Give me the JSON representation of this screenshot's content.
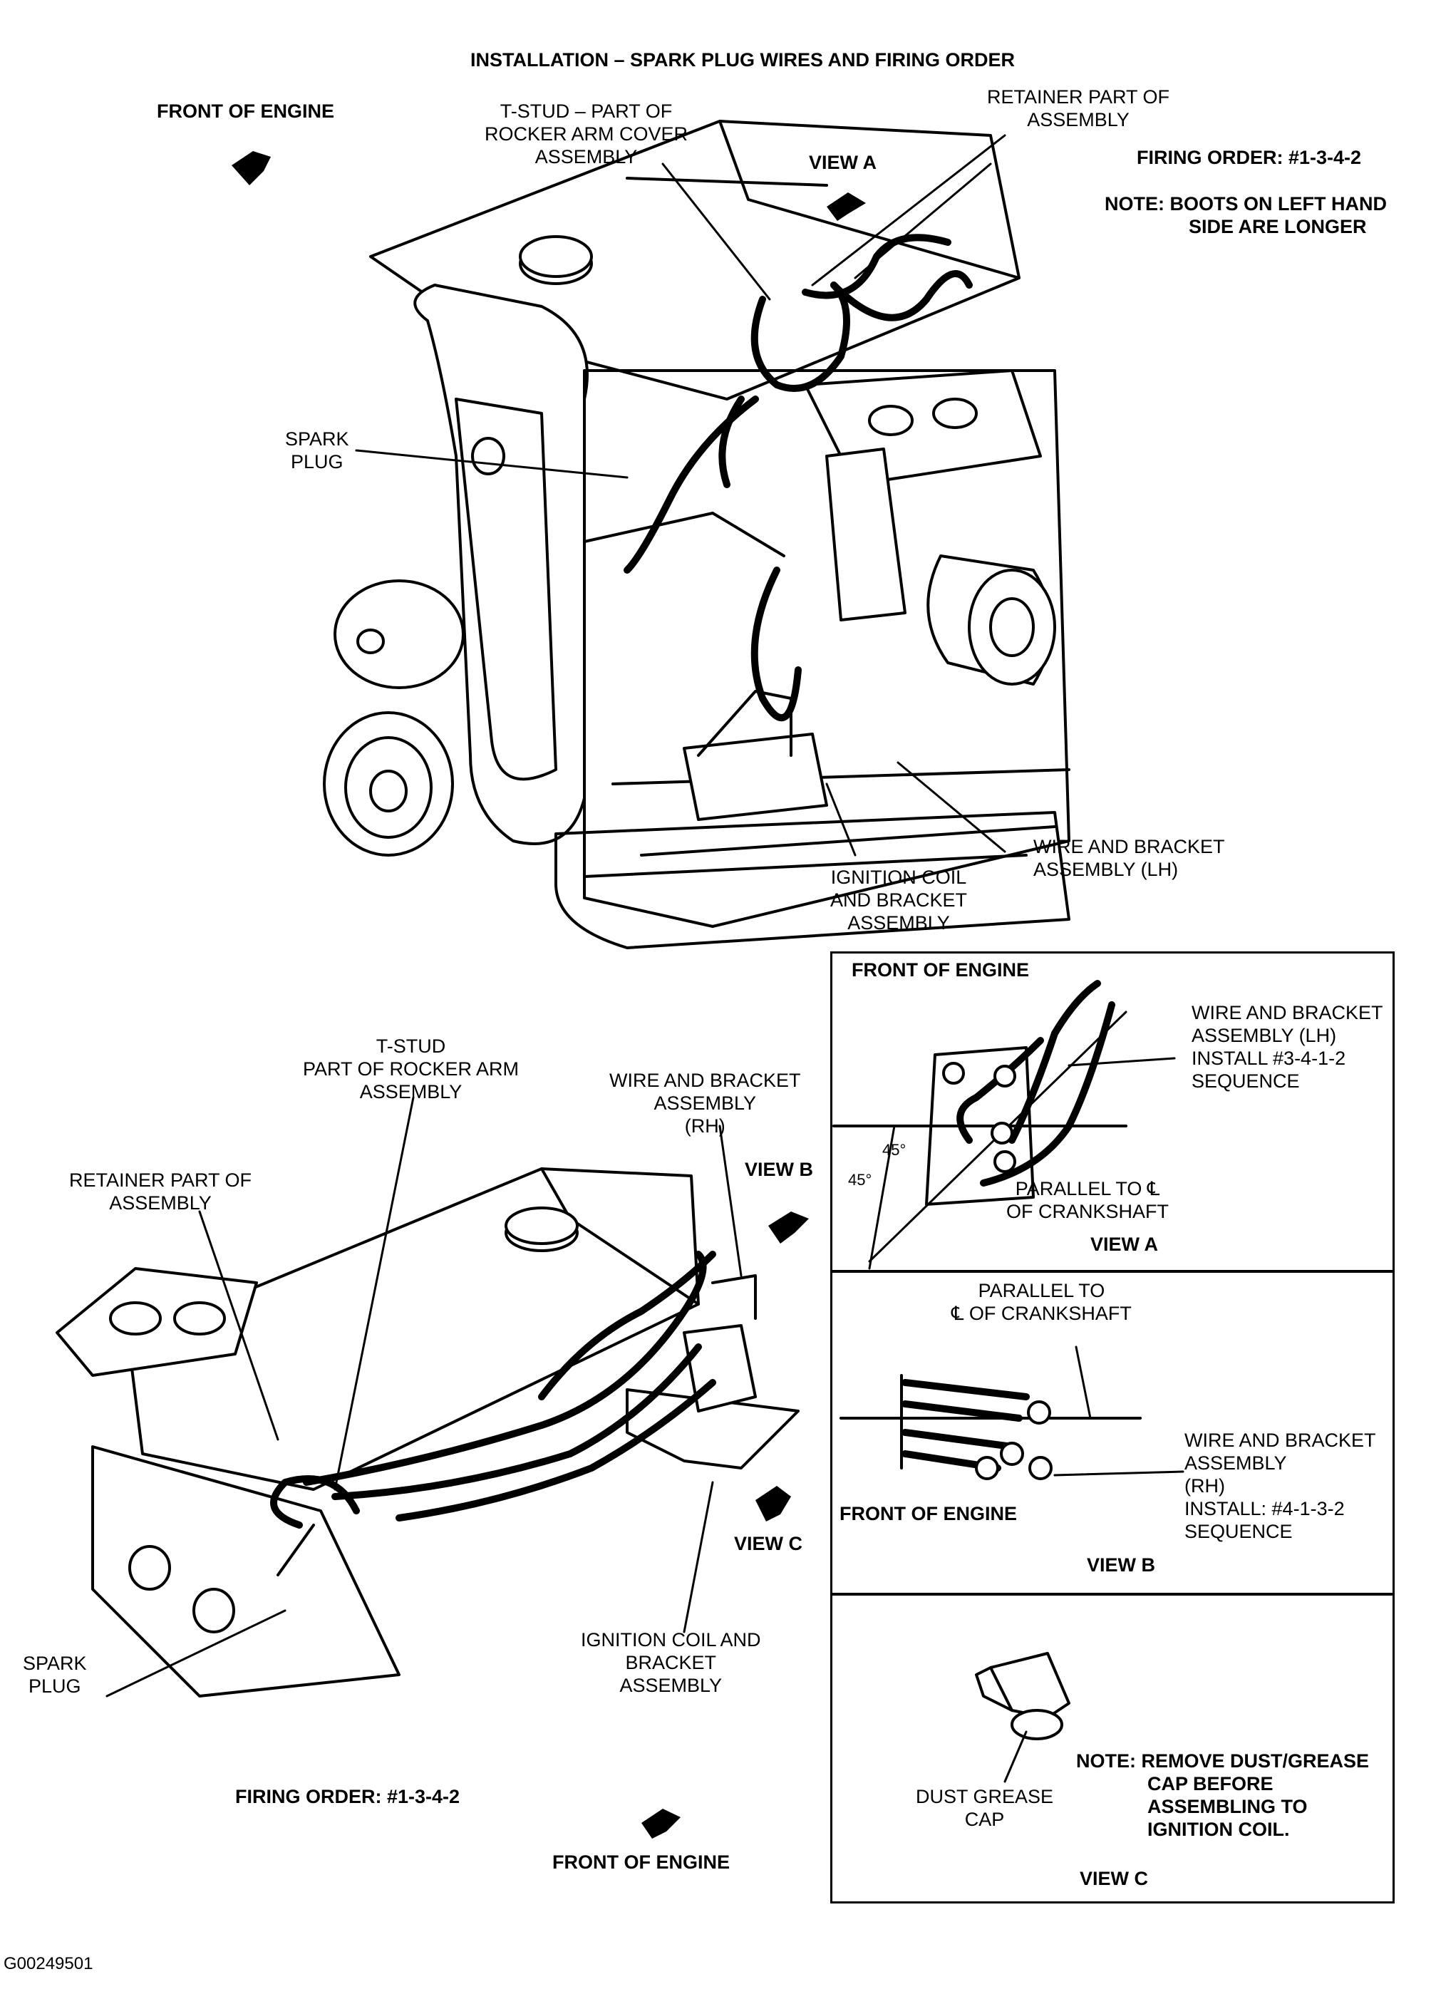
{
  "title": "INSTALLATION – SPARK PLUG WIRES AND FIRING ORDER",
  "top_view": {
    "front_of_engine": "FRONT OF ENGINE",
    "t_stud_1": "T-STUD – PART OF",
    "t_stud_2": "ROCKER ARM COVER",
    "t_stud_3": "ASSEMBLY",
    "retainer_1": "RETAINER PART OF",
    "retainer_2": "ASSEMBLY",
    "view_a": "VIEW A",
    "firing_order": "FIRING ORDER: #1-3-4-2",
    "note_1": "NOTE:  BOOTS ON LEFT HAND",
    "note_2": "SIDE ARE LONGER",
    "spark_plug_1": "SPARK",
    "spark_plug_2": "PLUG",
    "coil_1": "IGNITION COIL",
    "coil_2": "AND BRACKET",
    "coil_3": "ASSEMBLY",
    "wire_lh_1": "WIRE AND BRACKET",
    "wire_lh_2": "ASSEMBLY (LH)"
  },
  "bottom_view": {
    "t_stud_1": "T-STUD",
    "t_stud_2": "PART OF ROCKER ARM",
    "t_stud_3": "ASSEMBLY",
    "wire_rh_1": "WIRE AND BRACKET",
    "wire_rh_2": "ASSEMBLY",
    "wire_rh_3": "(RH)",
    "retainer_1": "RETAINER PART OF",
    "retainer_2": "ASSEMBLY",
    "view_b": "VIEW B",
    "view_c": "VIEW C",
    "spark_plug_1": "SPARK",
    "spark_plug_2": "PLUG",
    "coil_1": "IGNITION COIL AND",
    "coil_2": "BRACKET",
    "coil_3": "ASSEMBLY",
    "firing_order": "FIRING ORDER: #1-3-4-2",
    "front_of_engine": "FRONT OF ENGINE"
  },
  "panel_a": {
    "front_of_engine": "FRONT OF ENGINE",
    "wire_1": "WIRE AND BRACKET",
    "wire_2": "ASSEMBLY (LH)",
    "wire_3": "INSTALL #3-4-1-2",
    "wire_4": "SEQUENCE",
    "angle_1": "45°",
    "angle_2": "45°",
    "parallel_1": "PARALLEL TO ℄",
    "parallel_2": "OF CRANKSHAFT",
    "caption": "VIEW A"
  },
  "panel_b": {
    "parallel_1": "PARALLEL TO",
    "parallel_2": "℄ OF CRANKSHAFT",
    "wire_1": "WIRE AND BRACKET",
    "wire_2": "ASSEMBLY",
    "wire_3": "(RH)",
    "wire_4": "INSTALL: #4-1-3-2",
    "wire_5": "SEQUENCE",
    "front_of_engine": "FRONT OF ENGINE",
    "caption": "VIEW B"
  },
  "panel_c": {
    "note_1": "NOTE:  REMOVE DUST/GREASE",
    "note_2": "CAP BEFORE",
    "note_3": "ASSEMBLING TO",
    "note_4": "IGNITION COIL.",
    "dust_1": "DUST GREASE",
    "dust_2": "CAP",
    "caption": "VIEW C"
  },
  "figure_id": "G00249501"
}
